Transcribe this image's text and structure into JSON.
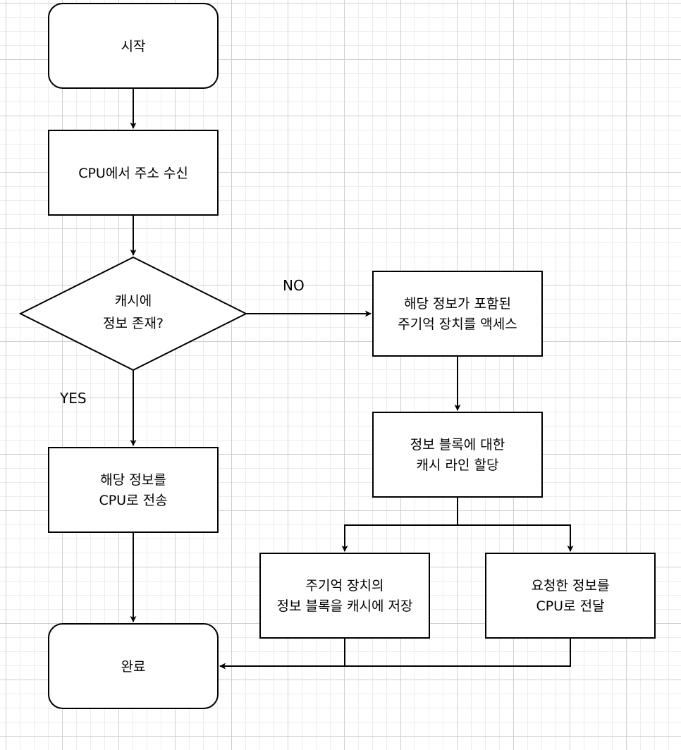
{
  "diagram": {
    "nodes": {
      "start": "시작",
      "receive": "CPU에서 주소 수신",
      "decision": [
        "캐시에",
        "정보 존재?"
      ],
      "access_main": [
        "해당 정보가 포함된",
        "주기억 장치를 액세스"
      ],
      "allocate_line": [
        "정보 블록에 대한",
        "캐시 라인 할당"
      ],
      "send_to_cpu": [
        "해당 정보를",
        "CPU로 전송"
      ],
      "store_block": [
        "주기억 장치의",
        "정보 블록을 캐시에 저장"
      ],
      "deliver_to_cpu": [
        "요청한 정보를",
        "CPU로 전달"
      ],
      "end": "완료"
    },
    "edge_labels": {
      "no": "NO",
      "yes": "YES"
    },
    "colors": {
      "stroke": "#000000",
      "fill": "#ffffff"
    }
  }
}
